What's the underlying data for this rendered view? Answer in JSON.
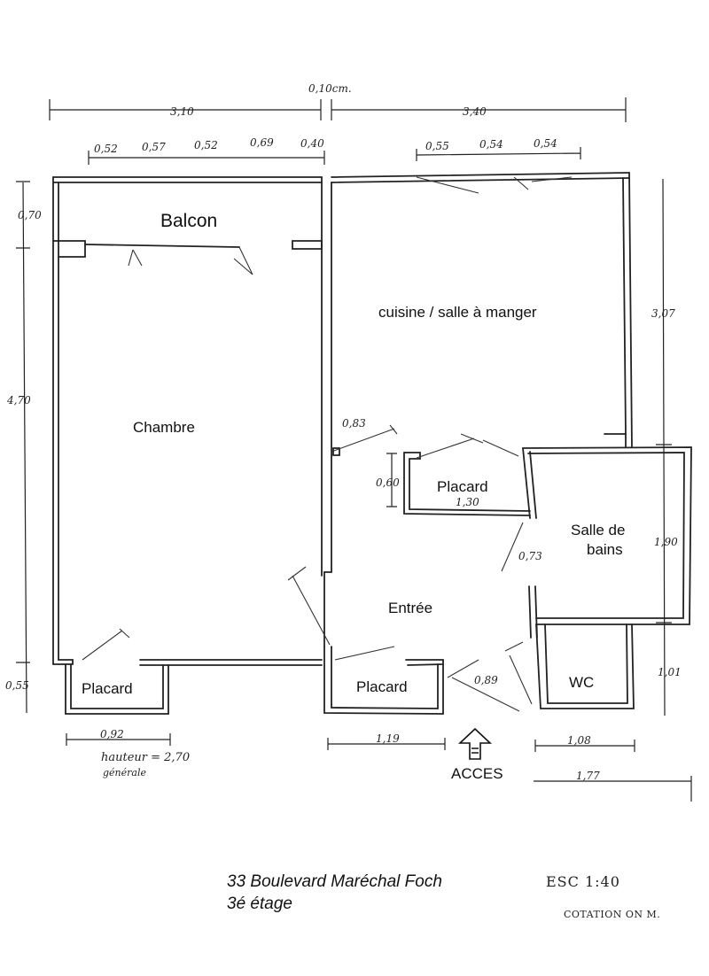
{
  "rooms": {
    "balcon": "Balcon",
    "cuisine": "cuisine / salle à manger",
    "chambre": "Chambre",
    "placard_center": "Placard",
    "salle_de_bains_1": "Salle de",
    "salle_de_bains_2": "bains",
    "entree": "Entrée",
    "placard_left": "Placard",
    "placard_bottom": "Placard",
    "wc": "WC"
  },
  "dimensions": {
    "top_left_total": "3,10",
    "top_wall": "0,10cm.",
    "top_right_total": "3,40",
    "top_seg_1": "0,52",
    "top_seg_2": "0,57",
    "top_seg_3": "0,52",
    "top_seg_4": "0,69",
    "top_seg_5": "0,40",
    "right_seg_1": "0,55",
    "right_seg_2": "0,54",
    "right_seg_3": "0,54",
    "left_balcon": "0,70",
    "left_chambre": "4,70",
    "left_placard": "0,55",
    "right_cuisine": "3,07",
    "right_sdb": "1,90",
    "right_wc": "1,01",
    "door_chambre": "0,83",
    "placard_height": "0,60",
    "placard_width": "1,30",
    "door_sdb": "0,73",
    "door_wc": "0,89",
    "bottom_placard_left": "0,92",
    "bottom_placard": "1,19",
    "bottom_wc": "1,08",
    "bottom_total_right": "1,77"
  },
  "notes": {
    "height_1": "hauteur = 2,70",
    "height_2": "générale",
    "acces": "ACCES",
    "address_1": "33 Boulevard Maréchal Foch",
    "address_2": "3é étage",
    "scale": "ESC 1:40",
    "units": "COTATION ON M."
  }
}
